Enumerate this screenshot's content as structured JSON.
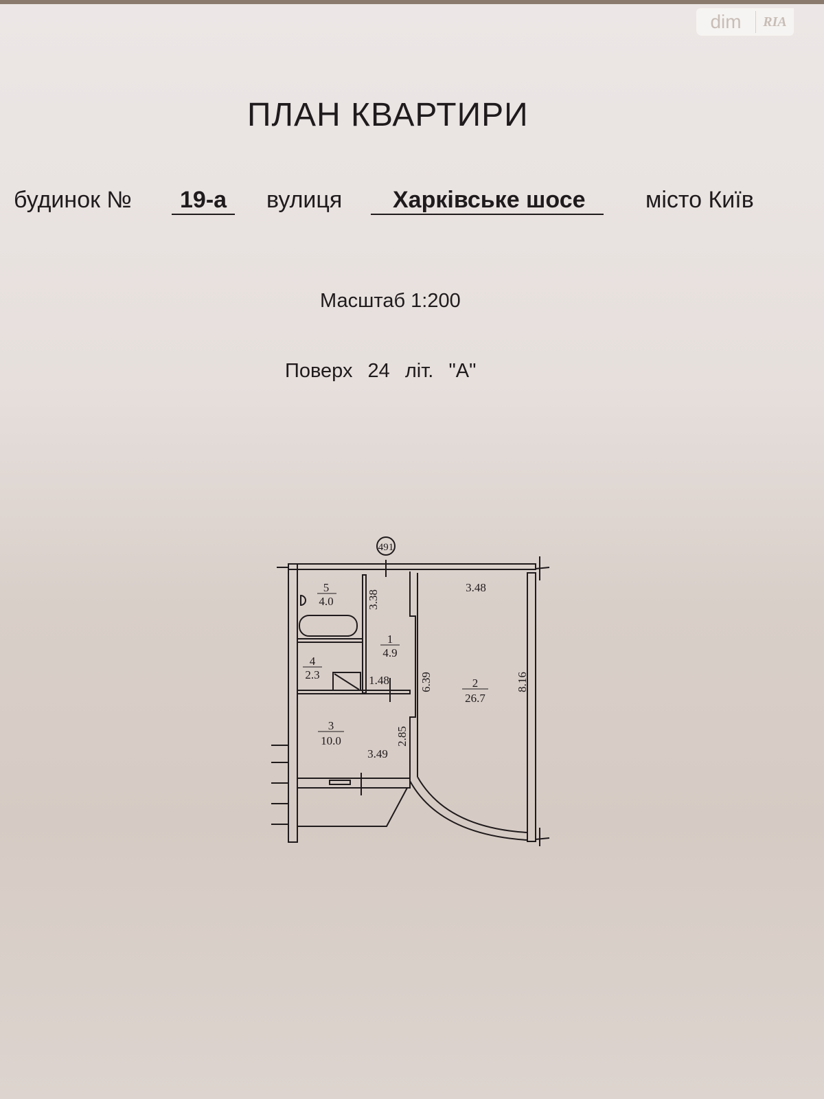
{
  "watermark": {
    "brand_left": "dim",
    "brand_right": "RIA"
  },
  "document": {
    "title": "ПЛАН КВАРТИРИ",
    "house_label": "будинок №",
    "house_number": "19-а",
    "street_label": "вулиця",
    "street_name": "Харківське шосе",
    "city": "місто Київ",
    "scale": "Масштаб 1:200",
    "floor_label": "Поверх",
    "floor_number": "24",
    "letter_label": "літ.",
    "letter": "\"А\""
  },
  "plan": {
    "apartment_number": "491",
    "rooms": [
      {
        "number": "1",
        "area": "4.9"
      },
      {
        "number": "2",
        "area": "26.7"
      },
      {
        "number": "3",
        "area": "10.0"
      },
      {
        "number": "4",
        "area": "2.3"
      },
      {
        "number": "5",
        "area": "4.0"
      }
    ],
    "dimensions": {
      "d_3_38": "3.38",
      "d_3_48": "3.48",
      "d_1_48": "1.48",
      "d_6_39": "6.39",
      "d_8_16": "8.16",
      "d_2_85": "2.85",
      "d_3_49": "3.49"
    }
  }
}
